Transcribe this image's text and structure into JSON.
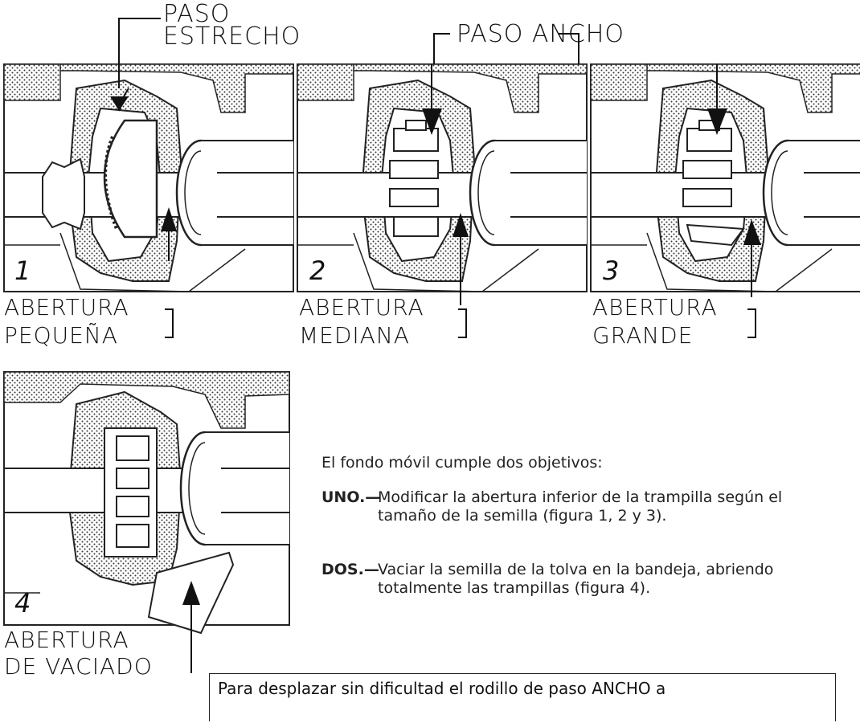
{
  "labels": {
    "paso_estrecho_1": "PASO",
    "paso_estrecho_2": "ESTRECHO",
    "paso_ancho": "PASO ANCHO",
    "fig1_num": "1",
    "fig2_num": "2",
    "fig3_num": "3",
    "fig4_num": "4",
    "fig1_a": "ABERTURA",
    "fig1_b": "PEQUEÑA",
    "fig2_a": "ABERTURA",
    "fig2_b": "MEDIANA",
    "fig3_a": "ABERTURA",
    "fig3_b": "GRANDE",
    "fig4_a": "ABERTURA",
    "fig4_b": "DE VACIADO"
  },
  "description": {
    "intro": "El fondo móvil cumple dos objetivos:",
    "items": [
      {
        "key": "UNO.—",
        "text": "Modificar la abertura inferior de la trampilla según el tamaño de la semilla (figura 1, 2 y 3)."
      },
      {
        "key": "DOS.—",
        "text": "Vaciar la semilla de la tolva en la bandeja, abriendo totalmente las trampillas (figura 4)."
      }
    ]
  },
  "note": "Para desplazar sin dificultad el rodillo de paso ANCHO a"
}
